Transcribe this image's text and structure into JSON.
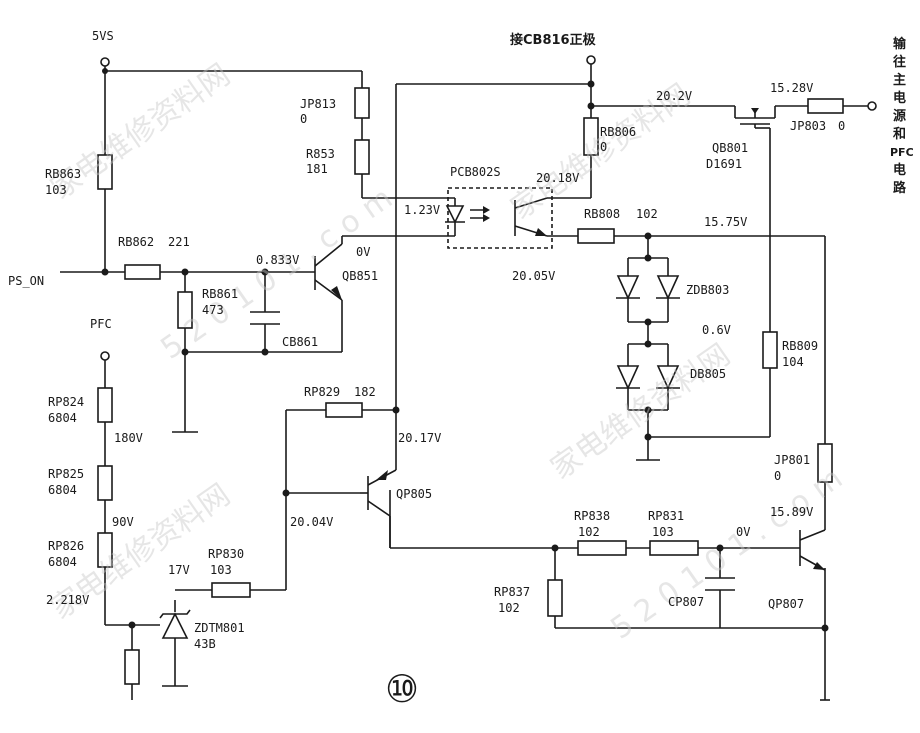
{
  "labels": {
    "supply_5vs": "5VS",
    "ps_on": "PS_ON",
    "pfc": "PFC",
    "to_cb816": "接CB816正极",
    "output_note": [
      "输",
      "往",
      "主",
      "电",
      "源",
      "和",
      "PFC",
      "电",
      "路"
    ],
    "jp813": "JP813",
    "jp813_v": "0",
    "r853": "R853",
    "r853_v": "181",
    "rb863": "RB863",
    "rb863_v": "103",
    "rb862": "RB862",
    "rb862_v": "221",
    "rb861": "RB861",
    "rb861_v": "473",
    "cb861": "CB861",
    "qb851": "QB851",
    "pcb802s": "PCB802S",
    "rb806": "RB806",
    "rb806_v": "0",
    "qb801": "QB801",
    "qb801_p": "D1691",
    "jp803": "JP803",
    "jp803_v": "0",
    "rb808": "RB808",
    "rb808_v": "102",
    "zdb803": "ZDB803",
    "db805": "DB805",
    "rb809": "RB809",
    "rb809_v": "104",
    "rp824": "RP824",
    "rp824_v": "6804",
    "rp825": "RP825",
    "rp825_v": "6804",
    "rp826": "RP826",
    "rp826_v": "6804",
    "rp829": "RP829",
    "rp829_v": "182",
    "qp805": "QP805",
    "rp830": "RP830",
    "rp830_v": "103",
    "zdtm801": "ZDTM801",
    "zdtm801_v": "43B",
    "rp838": "RP838",
    "rp838_v": "102",
    "rp831": "RP831",
    "rp831_v": "103",
    "rp837": "RP837",
    "rp837_v": "102",
    "cp807": "CP807",
    "jp801": "JP801",
    "jp801_v": "0",
    "qp807": "QP807",
    "figure_number": "⑩"
  },
  "voltages": {
    "v_20_2": "20.2V",
    "v_15_28": "15.28V",
    "v_20_18": "20.18V",
    "v_1_23": "1.23V",
    "v_15_75": "15.75V",
    "v_0_833": "0.833V",
    "v_0v_qb851": "0V",
    "v_20_05": "20.05V",
    "v_0_6": "0.6V",
    "v_180": "180V",
    "v_20_17": "20.17V",
    "v_90": "90V",
    "v_20_04": "20.04V",
    "v_17": "17V",
    "v_2_218": "2.218V",
    "v_15_89": "15.89V",
    "v_0v_qp807": "0V"
  },
  "watermark": {
    "site": "家电维修资料网",
    "domain": "5 2 0 1 0 1 . c o m"
  }
}
